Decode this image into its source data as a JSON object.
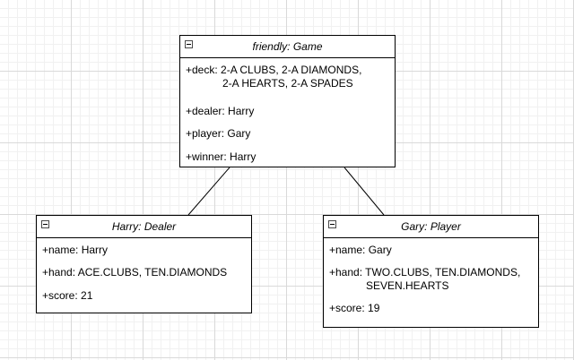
{
  "game": {
    "title": "friendly: Game",
    "deck_line1": "+deck: 2-A CLUBS, 2-A DIAMONDS,",
    "deck_line2": "2-A HEARTS, 2-A SPADES",
    "dealer": "+dealer: Harry",
    "player": "+player: Gary",
    "winner": "+winner: Harry"
  },
  "dealer": {
    "title": "Harry: Dealer",
    "name": "+name: Harry",
    "hand": "+hand: ACE.CLUBS, TEN.DIAMONDS",
    "score": "+score: 21"
  },
  "player": {
    "title": "Gary: Player",
    "name": "+name: Gary",
    "hand_line1": "+hand: TWO.CLUBS, TEN.DIAMONDS,",
    "hand_line2": "SEVEN.HEARTS",
    "score": "+score: 19"
  },
  "colors": {
    "border": "#000000",
    "grid_major": "#d9d9d9",
    "grid_minor": "#f1f1f1",
    "background": "#ffffff"
  },
  "icons": {
    "collapse": "minus-square-icon"
  }
}
